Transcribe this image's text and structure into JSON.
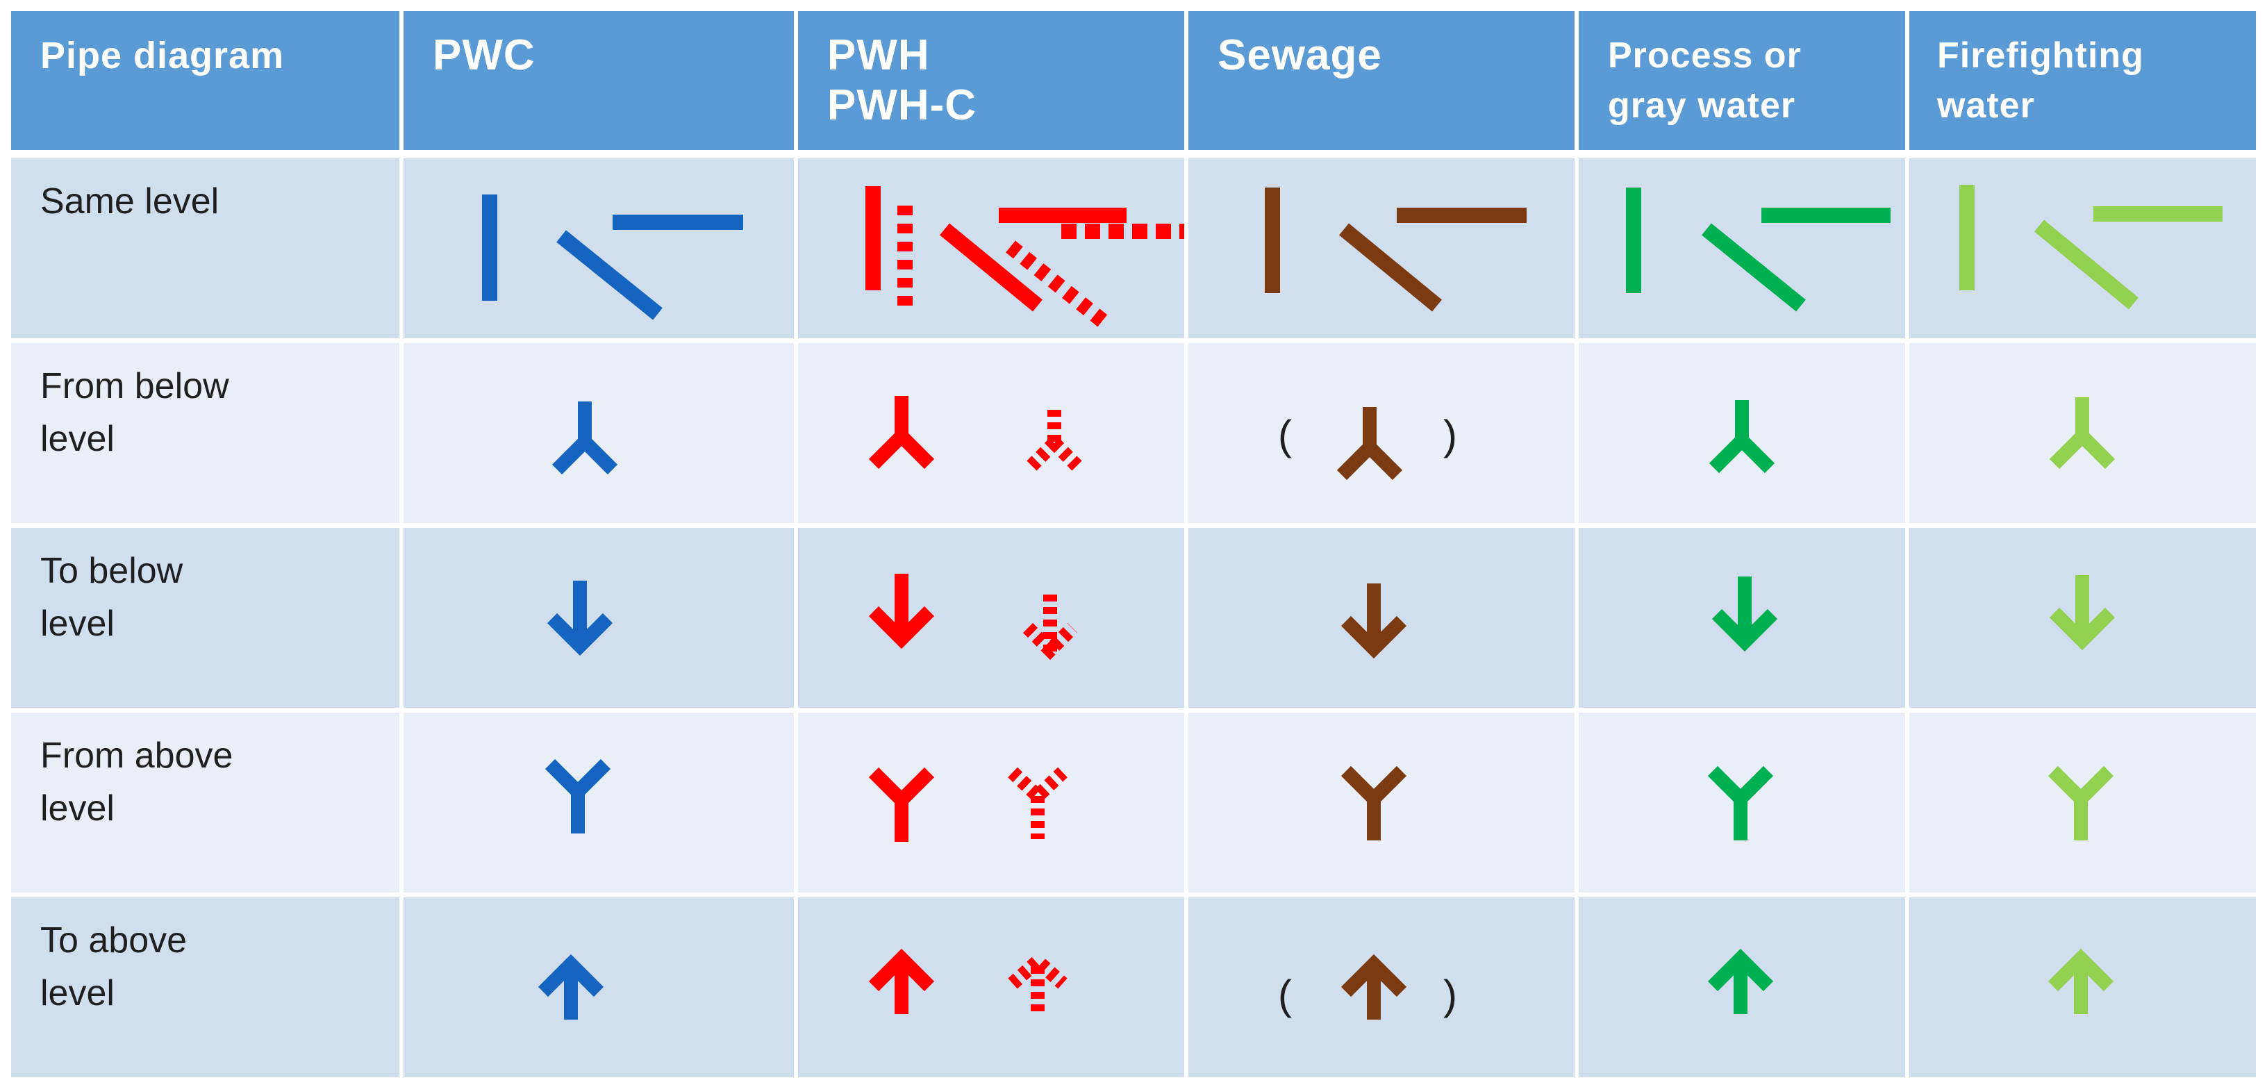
{
  "header": {
    "pipe_diagram": "Pipe diagram",
    "pwc": "PWC",
    "pwh": [
      "PWH",
      "PWH-C"
    ],
    "sewage": "Sewage",
    "process": [
      "Process or",
      "gray water"
    ],
    "firefighting": [
      "Firefighting",
      "water"
    ]
  },
  "rows": [
    {
      "label": [
        "Same level"
      ]
    },
    {
      "label": [
        "From below",
        "level"
      ]
    },
    {
      "label": [
        "To below",
        "level"
      ]
    },
    {
      "label": [
        "From above",
        "level"
      ]
    },
    {
      "label": [
        "To above",
        "level"
      ]
    }
  ],
  "parens": {
    "open": "(",
    "close": ")"
  },
  "colors": {
    "header_bg": "#5b9bd5",
    "row_dark": "#d1deee",
    "row_light": "#e9eef7",
    "pwc": "#1565c0",
    "pwh": "#ff0000",
    "sewage": "#7b3a10",
    "process": "#00b050",
    "firefighting": "#92d050"
  },
  "symbols": {
    "same_level": "pipe-lines-vertical-diagonal-horizontal",
    "from_below": "riser-from-below-symbol",
    "to_below": "arrow-down-symbol",
    "from_above": "riser-from-above-symbol",
    "to_above": "arrow-up-symbol"
  }
}
